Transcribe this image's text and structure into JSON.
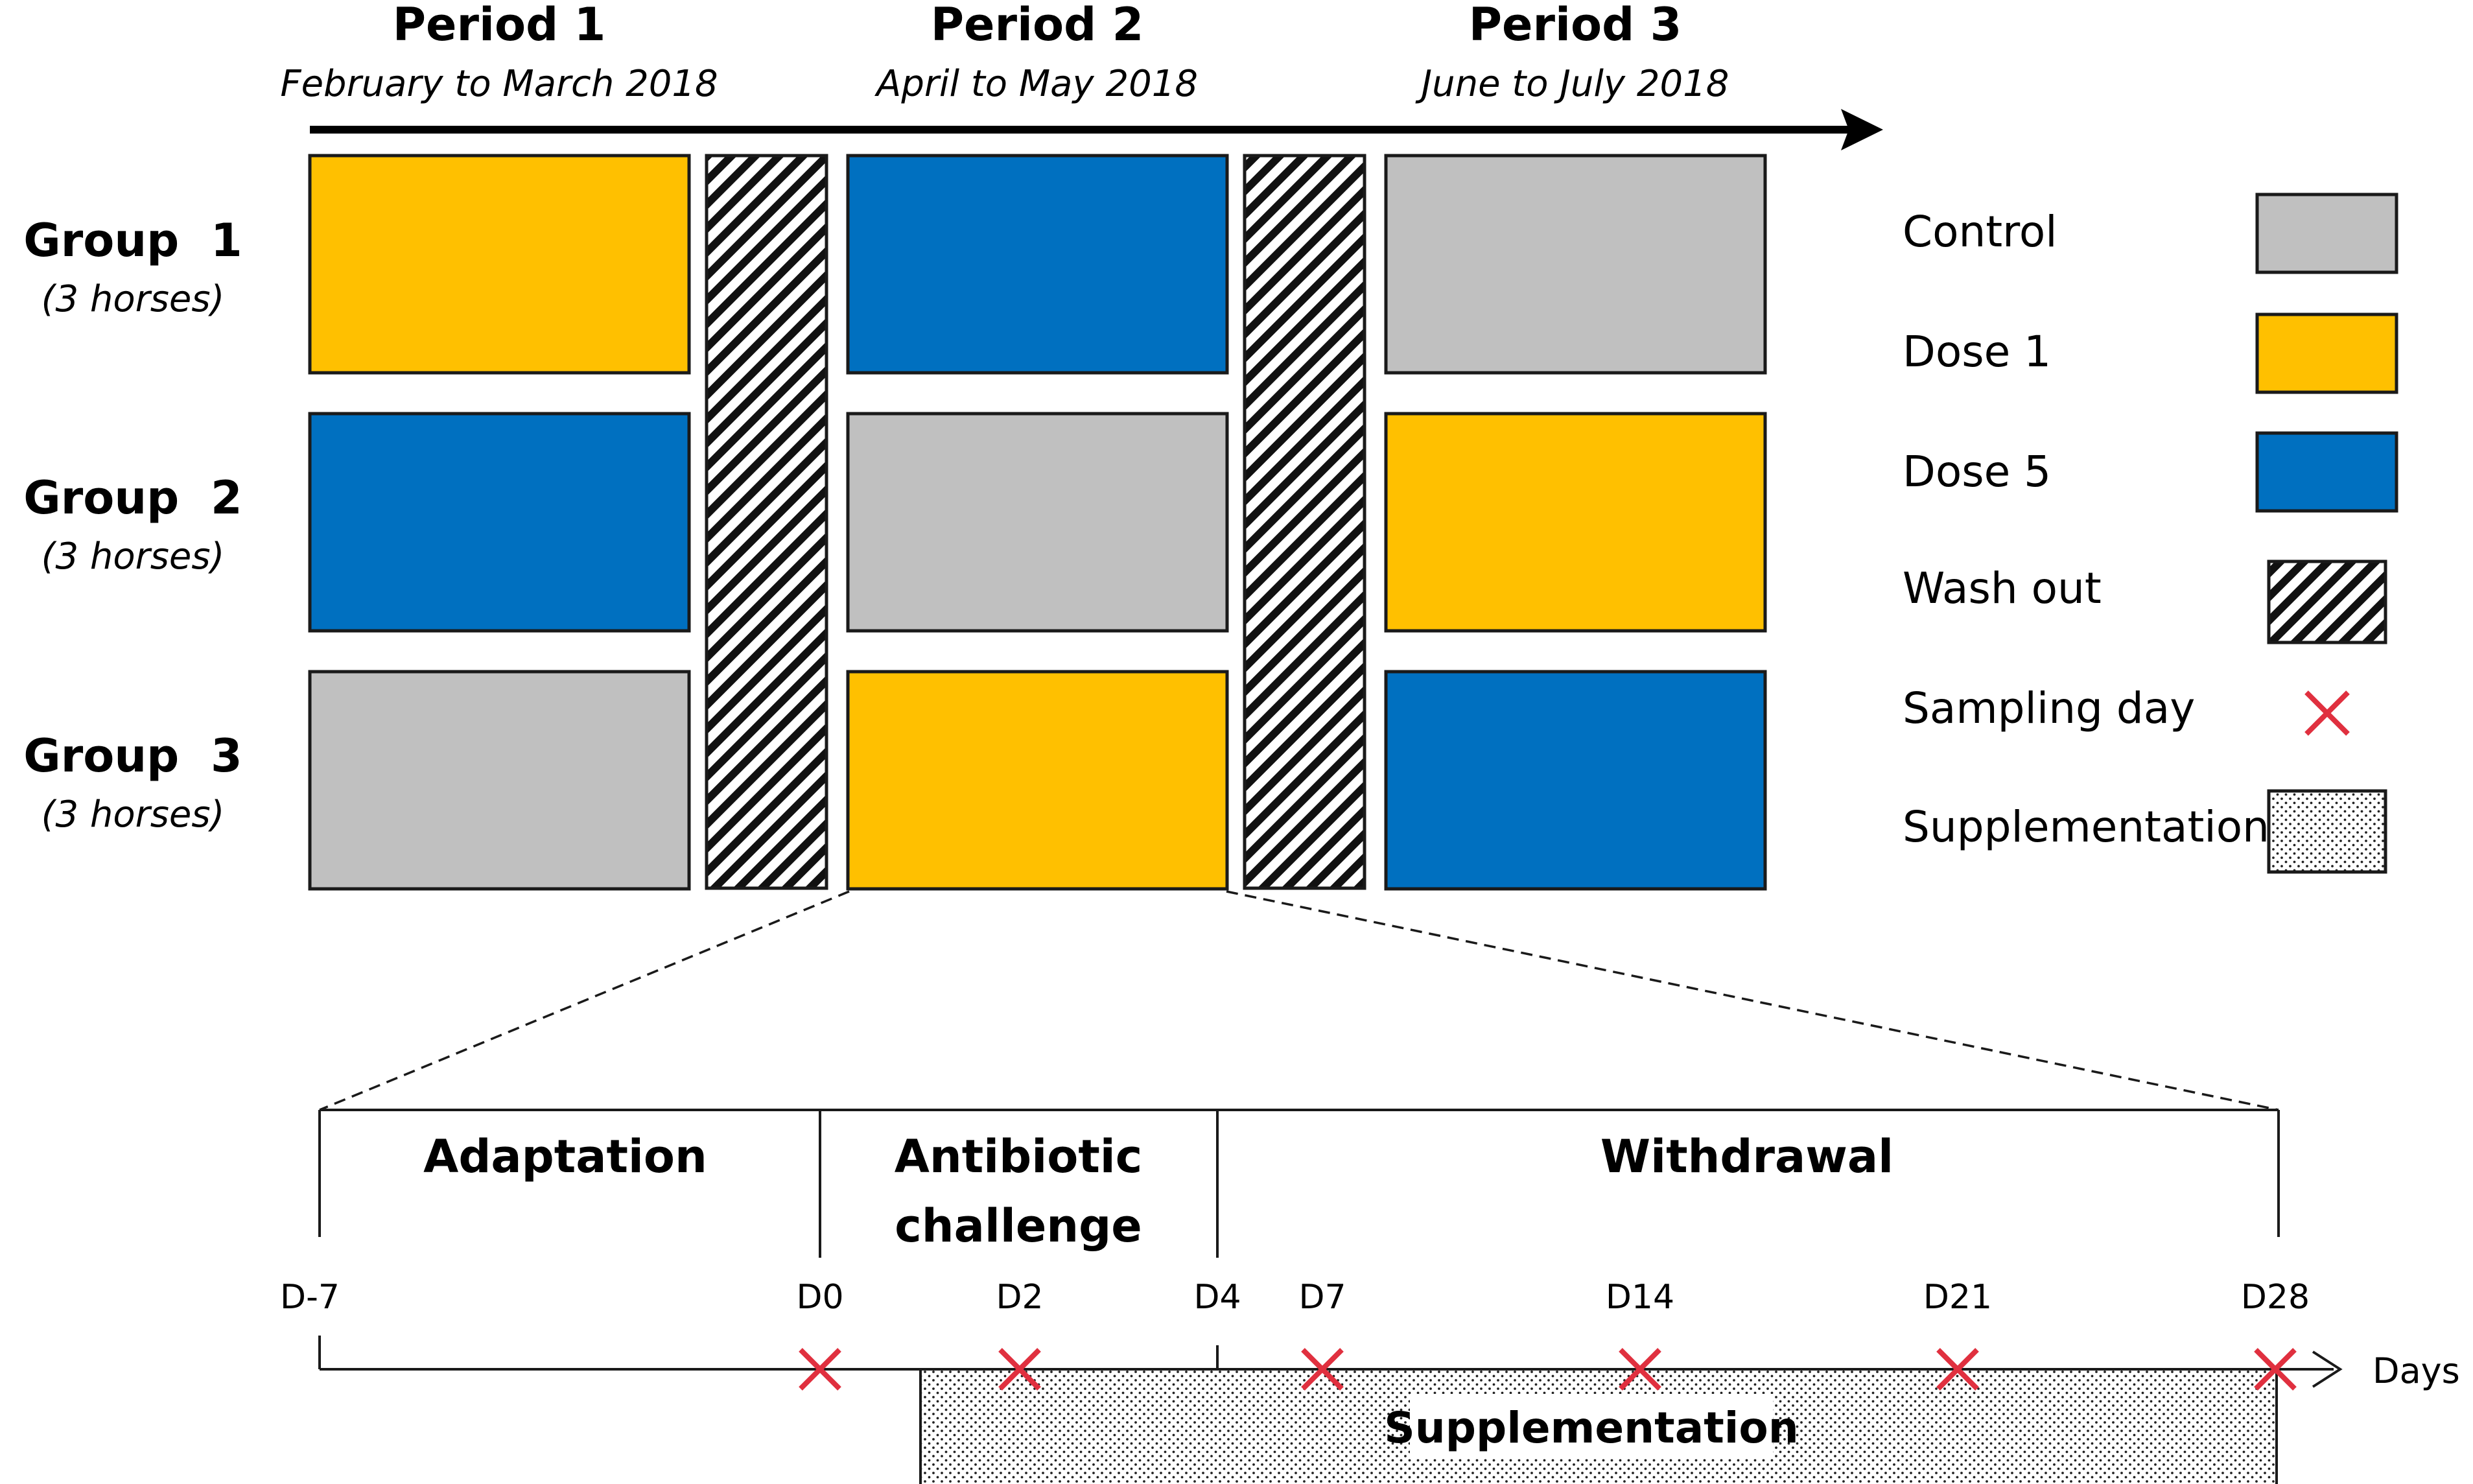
{
  "colors": {
    "control": "#c0c0c0",
    "dose1": "#ffc000",
    "dose5": "#0070c0",
    "sampling_mark": "#e0303f"
  },
  "periods": [
    {
      "title": "Period 1",
      "dates": "February to March 2018"
    },
    {
      "title": "Period 2",
      "dates": "April to May 2018"
    },
    {
      "title": "Period 3",
      "dates": "June to July 2018"
    }
  ],
  "groups": [
    {
      "name": "Group  1",
      "size": "(3 horses)",
      "treatments": [
        "dose1",
        "dose5",
        "control"
      ]
    },
    {
      "name": "Group  2",
      "size": "(3 horses)",
      "treatments": [
        "dose5",
        "control",
        "dose1"
      ]
    },
    {
      "name": "Group  3",
      "size": "(3 horses)",
      "treatments": [
        "control",
        "dose1",
        "dose5"
      ]
    }
  ],
  "legend": [
    {
      "key": "control",
      "label": "Control",
      "swatch": "control"
    },
    {
      "key": "dose1",
      "label": "Dose 1",
      "swatch": "dose1"
    },
    {
      "key": "dose5",
      "label": "Dose 5",
      "swatch": "dose5"
    },
    {
      "key": "washout",
      "label": "Wash out",
      "swatch": "hatch"
    },
    {
      "key": "sampling",
      "label": "Sampling day",
      "swatch": "cross-icon"
    },
    {
      "key": "supplementation",
      "label": "Supplementation",
      "swatch": "dots"
    }
  ],
  "timeline": {
    "phases": [
      {
        "line1": "Adaptation",
        "line2": ""
      },
      {
        "line1": "Antibiotic",
        "line2": "challenge"
      },
      {
        "line1": "Withdrawal",
        "line2": ""
      }
    ],
    "day_labels": [
      "D-7",
      "D0",
      "D2",
      "D4",
      "D7",
      "D14",
      "D21",
      "D28"
    ],
    "sampling_days": [
      "D0",
      "D2",
      "D7",
      "D14",
      "D21",
      "D28"
    ],
    "axis_label": "Days",
    "supplementation_label": "Supplementation"
  }
}
